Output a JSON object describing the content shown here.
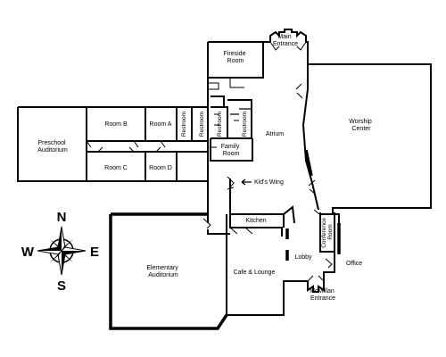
{
  "rooms": {
    "fireside": [
      "Fireside",
      "Room"
    ],
    "main_entrance": [
      "Main",
      "Entrance"
    ],
    "worship": [
      "Worship",
      "Center"
    ],
    "atrium": "Atrium",
    "preschool": [
      "Preschool",
      "Auditorium"
    ],
    "room_b": "Room B",
    "room_a": "Room A",
    "room_c": "Room C",
    "room_d": "Room D",
    "restroom": "Restroom",
    "family": [
      "Family",
      "Room"
    ],
    "kids_wing": "Kid's Wing",
    "kitchen": "Kitchen",
    "elementary": [
      "Elementary",
      "Auditorium"
    ],
    "cafe": "Cafe & Lounge",
    "lobby": "Lobby",
    "conference": [
      "Conference",
      "Room"
    ],
    "office": "Office",
    "mcmillan": [
      "McMillan",
      "Entrance"
    ]
  },
  "compass": {
    "n": "N",
    "e": "E",
    "s": "S",
    "w": "W"
  }
}
